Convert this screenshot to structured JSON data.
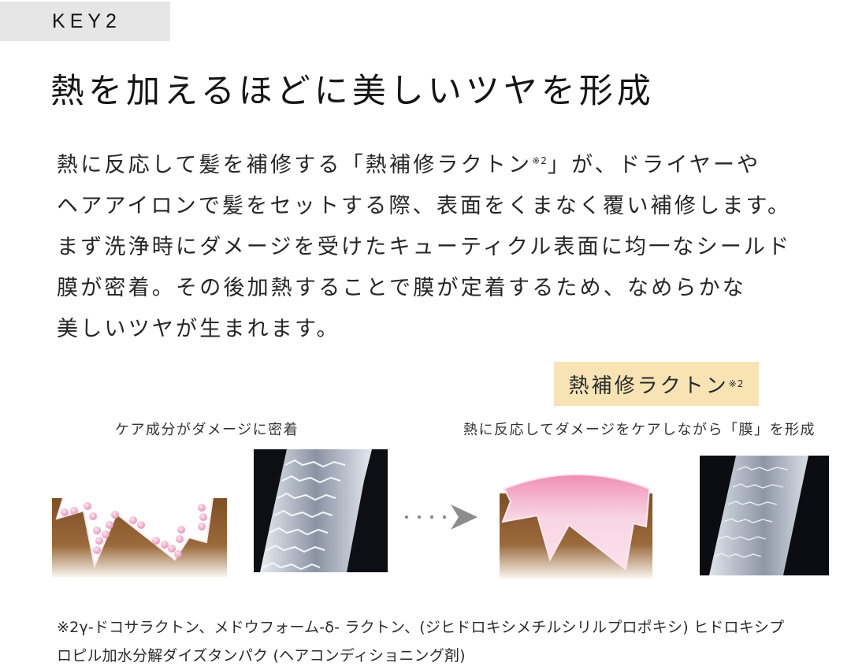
{
  "badge": {
    "label": "KEY2"
  },
  "headline": "熱を加えるほどに美しいツヤを形成",
  "body": {
    "lines": [
      {
        "text": "熱に反応して髪を補修する「熱補修ラクトン",
        "sup": "※2",
        "after": "」が、ドライヤーや"
      },
      {
        "text": "ヘアアイロンで髪をセットする際、表面をくまなく覆い補修します。"
      },
      {
        "text": "まず洗浄時にダメージを受けたキューティクル表面に均一なシールド"
      },
      {
        "text": "膜が密着。その後加熱することで膜が定着するため、なめらかな"
      },
      {
        "text": "美しいツヤが生まれます。"
      }
    ]
  },
  "diagram": {
    "ingredient_label": {
      "text": "熱補修ラクトン",
      "sup": "※2",
      "bg_color": "#f8e3b5"
    },
    "before": {
      "caption": "ケア成分がダメージに密着",
      "illustration": "damaged-hair-surface-with-care-particles",
      "photo": "sem-damaged-cuticle"
    },
    "arrow": "dotted-arrow-right",
    "after": {
      "caption": "熱に反応してダメージをケアしながら「膜」を形成",
      "illustration": "hair-surface-with-pink-film",
      "photo": "sem-smooth-cuticle"
    },
    "colors": {
      "hair_brown": "#8a5a2e",
      "particle_pink": "#f0a8c8",
      "film_pink": "#f3a0c0",
      "arrow_gray": "#8c8c8c"
    }
  },
  "footnote": {
    "lines": [
      "※2γ-ドコサラクトン、メドウフォーム-δ- ラクトン、(ジヒドロキシメチルシリルプロポキシ) ヒドロキシプ",
      "ロピル加水分解ダイズタンパク (ヘアコンディショニング剤)"
    ]
  }
}
